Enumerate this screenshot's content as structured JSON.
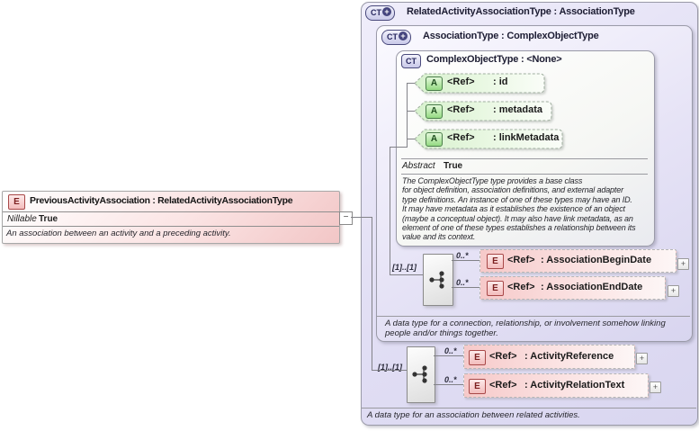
{
  "glyphs": {
    "expand": "+",
    "collapse": "−"
  },
  "colors": {
    "panel_lavender": "#dfdcf2",
    "element_pink": "#f2c6c6",
    "attribute_green": "#d9f2d0",
    "badge_red": "#a84848",
    "badge_green": "#4a7d4a",
    "badge_navy": "#4a4a7c"
  },
  "element": {
    "badge": "E",
    "title": "PreviousActivityAssociation : RelatedActivityAssociationType",
    "property_name": "Nillable",
    "property_value": "True",
    "documentation": "An association between an activity and a preceding activity."
  },
  "related_type": {
    "badge": "CT",
    "title": "RelatedActivityAssociationType : AssociationType",
    "documentation": "A data type for an association between related activities.",
    "sequence": {
      "cardinality": "[1]..[1]",
      "children": [
        {
          "badge": "E",
          "ref": "<Ref>",
          "name": ": ActivityReference",
          "cardinality": "0..*"
        },
        {
          "badge": "E",
          "ref": "<Ref>",
          "name": ": ActivityRelationText",
          "cardinality": "0..*"
        }
      ]
    },
    "association_type": {
      "badge": "CT",
      "title": "AssociationType : ComplexObjectType",
      "documentation": "A data type for a connection, relationship, or involvement somehow linking\npeople and/or things together.",
      "sequence": {
        "cardinality": "[1]..[1]",
        "children": [
          {
            "badge": "E",
            "ref": "<Ref>",
            "name": ": AssociationBeginDate",
            "cardinality": "0..*"
          },
          {
            "badge": "E",
            "ref": "<Ref>",
            "name": ": AssociationEndDate",
            "cardinality": "0..*"
          }
        ]
      },
      "complex_object_type": {
        "badge": "CT",
        "title": "ComplexObjectType : <None>",
        "attributes": [
          {
            "badge": "A",
            "ref": "<Ref>",
            "name": ": id"
          },
          {
            "badge": "A",
            "ref": "<Ref>",
            "name": ": metadata"
          },
          {
            "badge": "A",
            "ref": "<Ref>",
            "name": ": linkMetadata"
          }
        ],
        "property_name": "Abstract",
        "property_value": "True",
        "documentation": "The ComplexObjectType type provides a base class\nfor object definition, association definitions, and external adapter\ntype definitions. An instance of one of these types may have an ID.\nIt may have metadata as it establishes the existence of an object\n(maybe a conceptual object). It may also have link metadata, as an\nelement of one of these types establishes a relationship between its\nvalue and its context."
      }
    }
  }
}
